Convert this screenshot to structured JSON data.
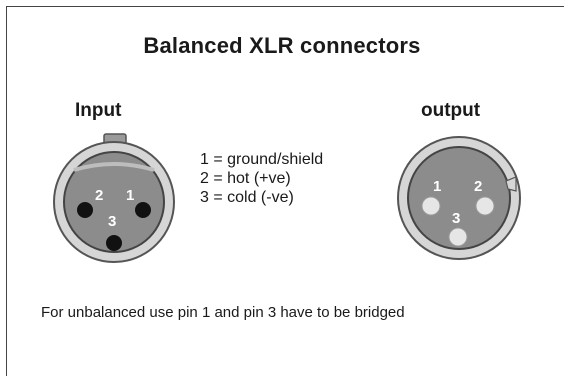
{
  "title": "Balanced XLR connectors",
  "input": {
    "label": "Input",
    "pins": [
      "2",
      "1",
      "3"
    ]
  },
  "output": {
    "label": "output",
    "pins": [
      "1",
      "2",
      "3"
    ]
  },
  "legend": [
    "1 = ground/shield",
    "2 = hot (+ve)",
    "3 = cold (-ve)"
  ],
  "footnote": "For unbalanced use pin 1 and pin 3 have to be bridged",
  "colors": {
    "connector_body": "#8c8c8c",
    "connector_rim": "#d6d6d6",
    "socket_hole": "#111111",
    "male_pin": "#e6e6e6"
  }
}
